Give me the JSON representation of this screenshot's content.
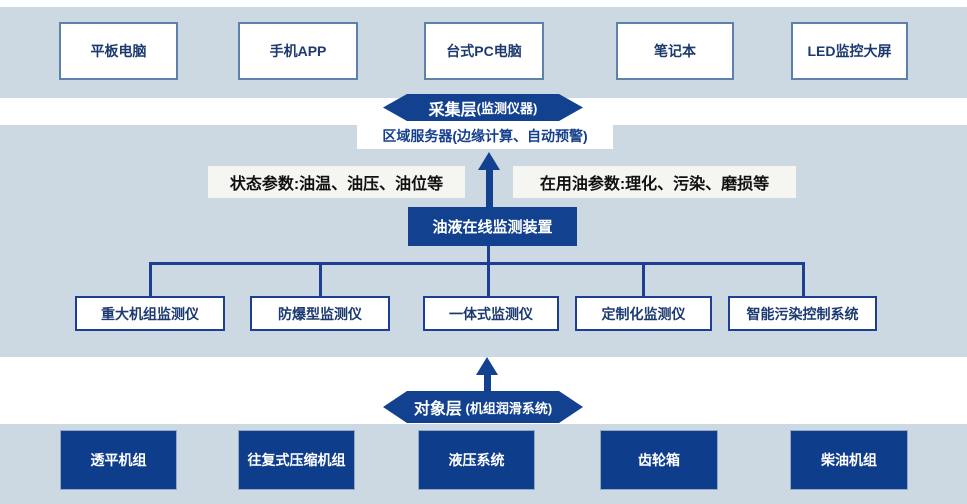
{
  "top_layer": {
    "devices": [
      "平板电脑",
      "手机APP",
      "台式PC电脑",
      "笔记本",
      "LED监控大屏"
    ]
  },
  "collection_layer": {
    "banner_main": "采集层",
    "banner_sub": "(监测仪器)",
    "server_label": "区域服务器(边缘计算、自动预警)",
    "param_left": "状态参数:油温、油压、油位等",
    "param_right": "在用油参数:理化、污染、磨损等",
    "device_label": "油液在线监测装置",
    "monitors": [
      "重大机组监测仪",
      "防爆型监测仪",
      "一体式监测仪",
      "定制化监测仪",
      "智能污染控制系统"
    ]
  },
  "object_layer": {
    "banner_main": "对象层",
    "banner_sub": "(机组润滑系统)",
    "equipment": [
      "透平机组",
      "往复式压缩机组",
      "液压系统",
      "齿轮箱",
      "柴油机组"
    ]
  },
  "colors": {
    "band_background": "#ccd8e2",
    "dark_blue_fill": "#11418f",
    "bottom_box_fill": "#0e3d8c",
    "top_box_border": "#5d81ab",
    "monitor_box_border": "#1c3f94",
    "param_label_background": "#f5f5f2",
    "navy_text": "#1d3a6e"
  }
}
